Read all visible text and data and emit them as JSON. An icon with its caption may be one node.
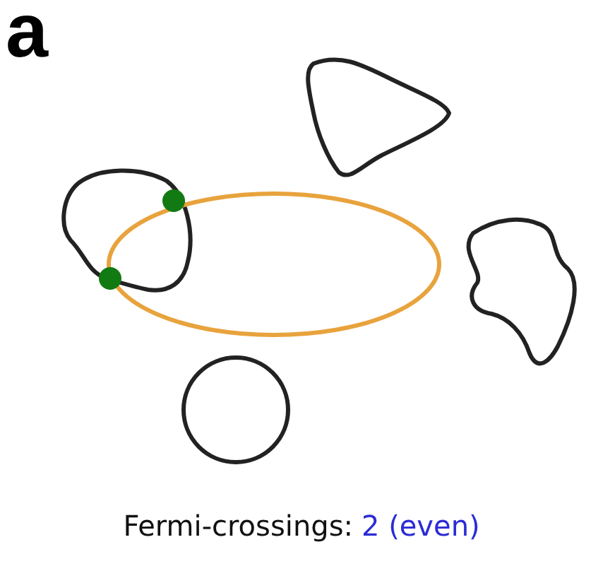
{
  "diagram": {
    "labels": [
      "a",
      "Fermi-crossings:",
      "2 (even)"
    ]
  }
}
